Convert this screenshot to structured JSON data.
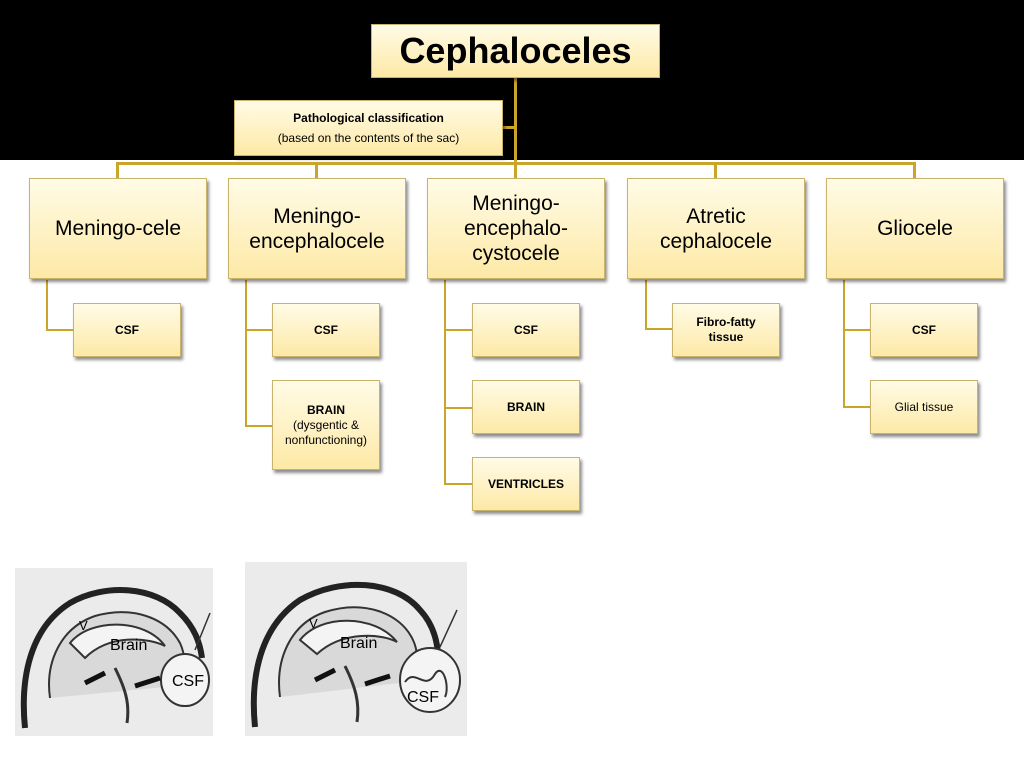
{
  "title": "Cephaloceles",
  "classification": {
    "heading": "Pathological classification",
    "note": "(based on the contents of the sac)"
  },
  "categories": [
    {
      "label": "Meningo-cele",
      "contents": [
        "CSF"
      ]
    },
    {
      "label": "Meningo-encephalocele",
      "contents": [
        {
          "main": "BRAIN",
          "detail": "(dysgentic & nonfunctioning)"
        },
        "CSF"
      ]
    },
    {
      "label": "Meningo-encephalo-cystocele",
      "contents": [
        "CSF",
        "BRAIN",
        "VENTRICLES"
      ]
    },
    {
      "label": "Atretic cephalocele",
      "contents": [
        "Fibro-fatty tissue"
      ]
    },
    {
      "label": "Gliocele",
      "contents": [
        "CSF",
        "Glial tissue"
      ]
    }
  ],
  "illustrations": [
    {
      "labels": [
        "V",
        "Brain",
        "CSF"
      ]
    },
    {
      "labels": [
        "V",
        "Brain",
        "CSF"
      ]
    }
  ],
  "colors": {
    "background_band": "#000000",
    "box_fill": "#fde9a6",
    "connector": "#c9a52a"
  }
}
